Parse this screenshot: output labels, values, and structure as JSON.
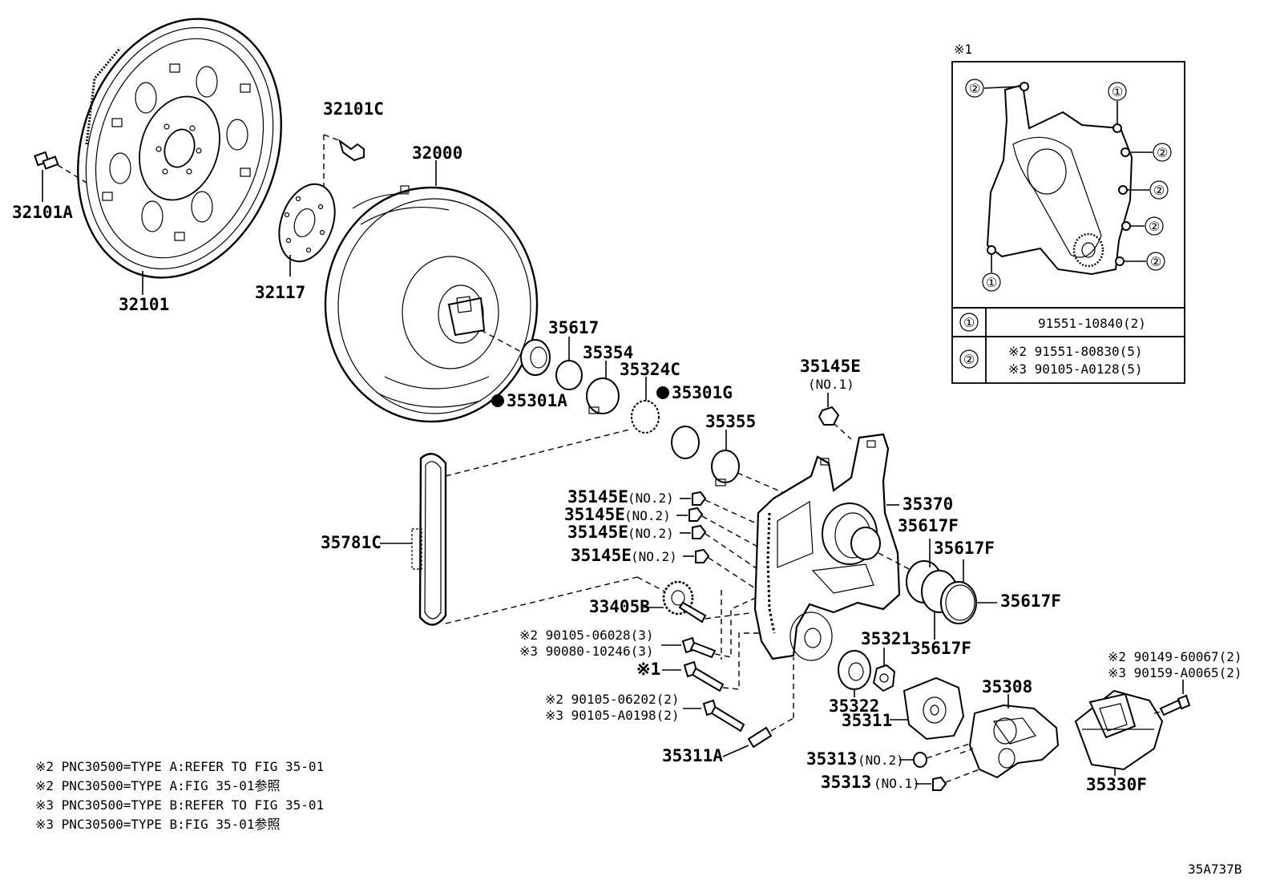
{
  "labels": {
    "p32101A": "32101A",
    "p32101": "32101",
    "p32101C": "32101C",
    "p32117": "32117",
    "p32000": "32000",
    "p35617": "35617",
    "p35354": "35354",
    "p35324C": "35324C",
    "p35301A": "35301A",
    "p35301G": "35301G",
    "p35355": "35355",
    "p35145E_top": "35145E",
    "no1": "(NO.1)",
    "p35145E_a": "35145E",
    "p35145E_b": "35145E",
    "p35145E_c": "35145E",
    "p35145E_d": "35145E",
    "no2": "(NO.2)",
    "p35370": "35370",
    "p35617F_a": "35617F",
    "p35617F_b": "35617F",
    "p35617F_c": "35617F",
    "p35617F_d": "35617F",
    "p35781C": "35781C",
    "p33405B": "33405B",
    "b1a": "※2 90105-06028(3)",
    "b1b": "※3 90080-10246(3)",
    "b2": "※1",
    "b3a": "※2 90105-06202(2)",
    "b3b": "※3 90105-A0198(2)",
    "p35311A": "35311A",
    "p35321": "35321",
    "p35322": "35322",
    "p35311": "35311",
    "p35308": "35308",
    "p35313_a": "35313",
    "p35313_b": "35313",
    "no2b": "(NO.2)",
    "no1b": "(NO.1)",
    "p35330F": "35330F",
    "r1": "※2 90149-60067(2)",
    "r2": "※3 90159-A0065(2)"
  },
  "inset": {
    "title": "※1",
    "callout1": "①",
    "callout2": "②",
    "row1_key": "①",
    "row1_value": "91551-10840(2)",
    "row2_key": "②",
    "row2_value_a": "※2 91551-80830(5)",
    "row2_value_b": "※3 90105-A0128(5)"
  },
  "notes": [
    "※2 PNC30500=TYPE A:REFER TO FIG 35-01",
    "※2 PNC30500=TYPE A:FIG 35-01参照",
    "※3 PNC30500=TYPE B:REFER TO FIG 35-01",
    "※3 PNC30500=TYPE B:FIG 35-01参照"
  ],
  "figure_code": "35A737B"
}
